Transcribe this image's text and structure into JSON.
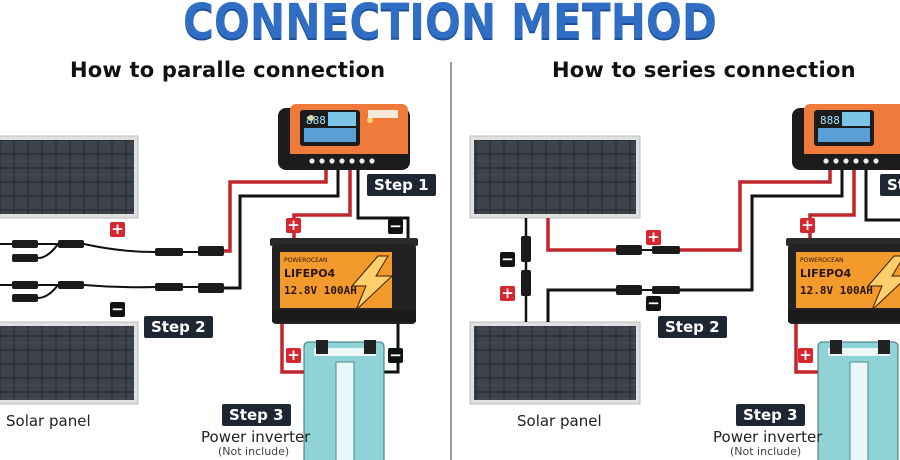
{
  "title": "CONNECTION METHOD",
  "left": {
    "heading": "How to paralle connection",
    "step1": "Step 1",
    "step2": "Step 2",
    "step3": "Step 3",
    "solar_panel": "Solar panel",
    "inverter_label": "Power inverter",
    "inverter_note": "(Not include)"
  },
  "right": {
    "heading": "How to series connection",
    "step1": "St",
    "step2": "Step 2",
    "step3": "Step 3",
    "solar_panel": "Solar panel",
    "inverter_label": "Power inverter",
    "inverter_note": "(Not include)"
  },
  "battery": {
    "brand": "POWEROCEAN",
    "chem": "LIFEPO4",
    "spec": "12.8V 100AH"
  },
  "controller": {
    "screen": "888"
  },
  "signs": {
    "plus": "+",
    "minus": "−"
  },
  "colors": {
    "title": "#2f6ec4",
    "controller": "#f07a3c",
    "battery": "#f39a2c",
    "inverter": "#8fd3d6",
    "positive_wire": "#c0262e",
    "negative_wire": "#111111"
  }
}
